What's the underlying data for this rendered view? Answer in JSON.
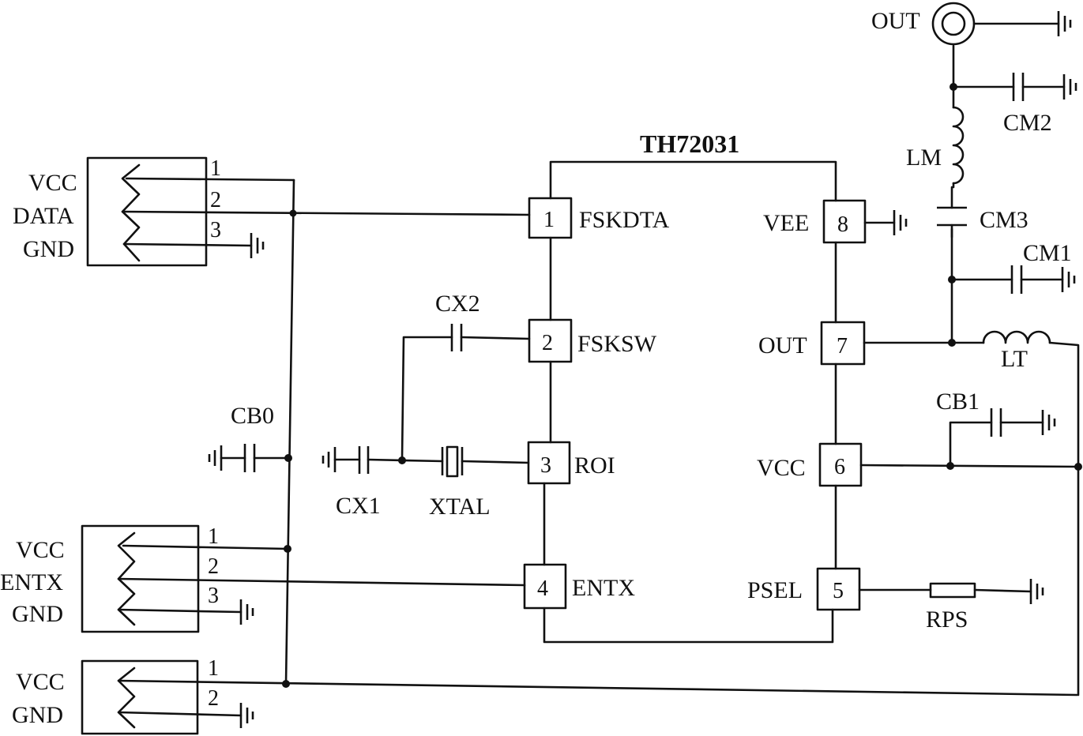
{
  "chip": {
    "name": "TH72031",
    "pins": [
      {
        "num": "1",
        "name": "FSKDTA"
      },
      {
        "num": "2",
        "name": "FSKSW"
      },
      {
        "num": "3",
        "name": "ROI"
      },
      {
        "num": "4",
        "name": "ENTX"
      },
      {
        "num": "5",
        "name": "PSEL"
      },
      {
        "num": "6",
        "name": "VCC"
      },
      {
        "num": "7",
        "name": "OUT"
      },
      {
        "num": "8",
        "name": "VEE"
      }
    ]
  },
  "connectors": [
    {
      "labels": [
        "VCC",
        "DATA",
        "GND"
      ],
      "pins": [
        "1",
        "2",
        "3"
      ]
    },
    {
      "labels": [
        "VCC",
        "ENTX",
        "GND"
      ],
      "pins": [
        "1",
        "2",
        "3"
      ]
    },
    {
      "labels": [
        "VCC",
        "GND"
      ],
      "pins": [
        "1",
        "2"
      ]
    }
  ],
  "components": {
    "CB0": "CB0",
    "CX1": "CX1",
    "CX2": "CX2",
    "XTAL": "XTAL",
    "CB1": "CB1",
    "RPS": "RPS",
    "LT": "LT",
    "LM": "LM",
    "CM1": "CM1",
    "CM2": "CM2",
    "CM3": "CM3",
    "OUT": "OUT"
  }
}
